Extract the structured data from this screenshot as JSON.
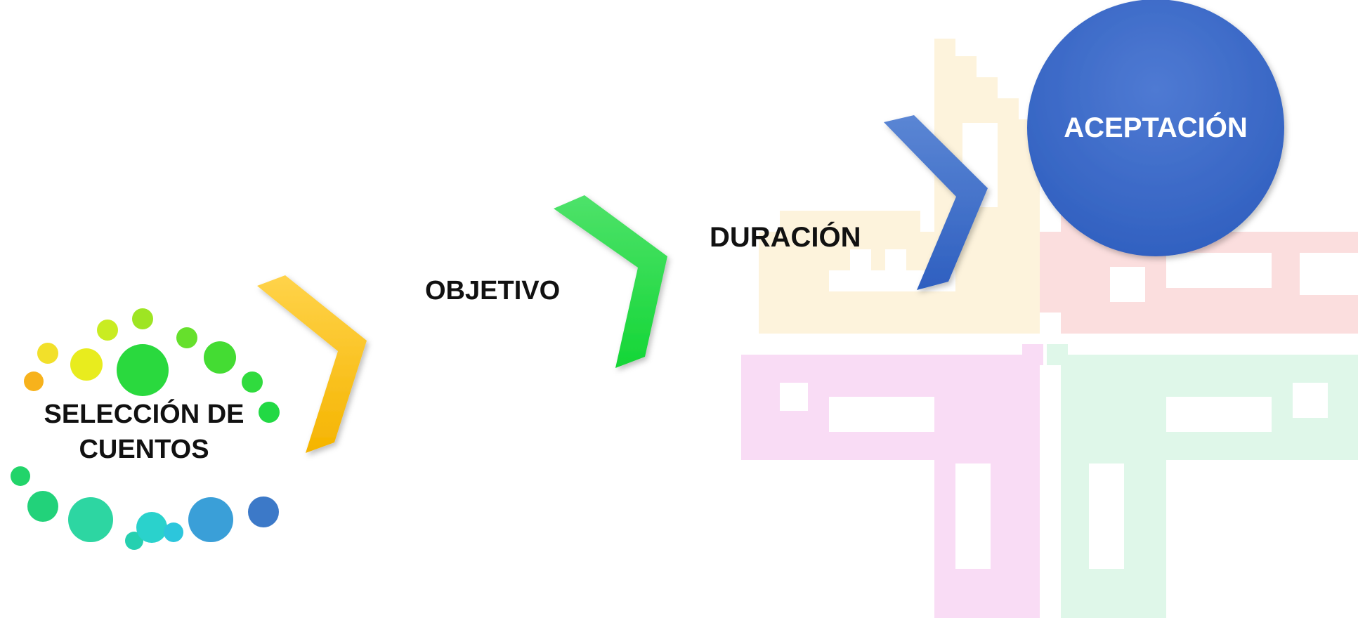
{
  "diagram": {
    "steps": [
      {
        "id": "seleccion",
        "label_line1": "SELECCIÓN DE",
        "label_line2": "CUENTOS"
      },
      {
        "id": "objetivo",
        "label": "OBJETIVO"
      },
      {
        "id": "duracion",
        "label": "DURACIÓN"
      },
      {
        "id": "aceptacion",
        "label": "ACEPTACIÓN"
      }
    ],
    "colors": {
      "yellow_arrow": "#ffc21a",
      "green_arrow": "#28e04a",
      "blue_arrow": "#3f6fca",
      "circle_blue": "#3a66c4",
      "text": "#111111",
      "pattern_yellow": "#fdf3dc",
      "pattern_red": "#fbdede",
      "pattern_pink": "#f9dcf5",
      "pattern_green": "#dff7e9"
    }
  }
}
